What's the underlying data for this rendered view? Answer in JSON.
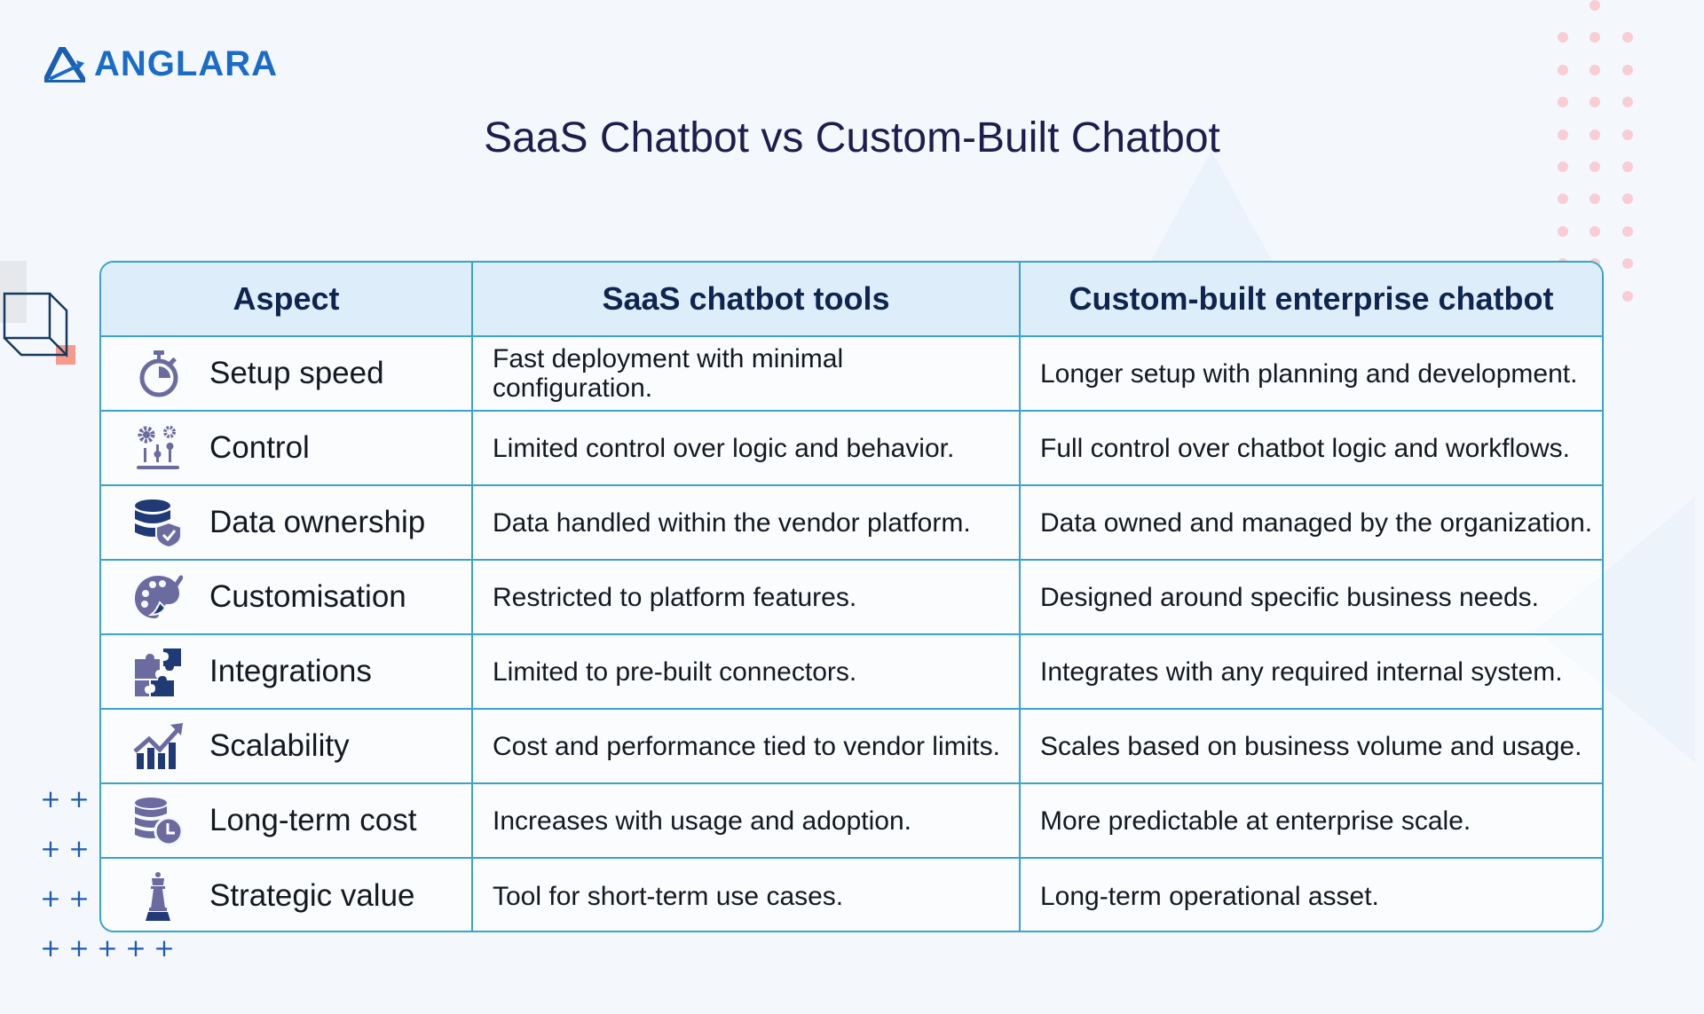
{
  "brand": {
    "name": "ANGLARA",
    "logo_icon": "triangle-arrow-logo-icon",
    "color": "#1b6cc6"
  },
  "title": "SaaS Chatbot vs Custom-Built Chatbot",
  "table": {
    "headers": [
      "Aspect",
      "SaaS chatbot tools",
      "Custom-built enterprise chatbot"
    ],
    "rows": [
      {
        "icon": "stopwatch-icon",
        "aspect": "Setup speed",
        "saas": "Fast deployment with minimal configuration.",
        "custom": "Longer setup with planning and development."
      },
      {
        "icon": "gears-sliders-icon",
        "aspect": "Control",
        "saas": "Limited control over logic and behavior.",
        "custom": "Full control over chatbot logic and workflows."
      },
      {
        "icon": "database-shield-icon",
        "aspect": "Data ownership",
        "saas": "Data handled within the vendor platform.",
        "custom": "Data owned and managed by the organization."
      },
      {
        "icon": "palette-brush-icon",
        "aspect": "Customisation",
        "saas": "Restricted to platform features.",
        "custom": "Designed around specific business needs."
      },
      {
        "icon": "puzzle-pieces-icon",
        "aspect": "Integrations",
        "saas": "Limited to pre-built connectors.",
        "custom": "Integrates with any required internal system."
      },
      {
        "icon": "growth-chart-icon",
        "aspect": "Scalability",
        "saas": "Cost and performance tied to vendor limits.",
        "custom": "Scales based on business volume and usage."
      },
      {
        "icon": "coins-clock-icon",
        "aspect": "Long-term cost",
        "saas": "Increases with usage and adoption.",
        "custom": "More predictable at enterprise scale."
      },
      {
        "icon": "chess-queen-icon",
        "aspect": "Strategic value",
        "saas": "Tool for short-term use cases.",
        "custom": "Long-term operational asset."
      }
    ]
  },
  "colors": {
    "border": "#3aa3c9",
    "header_bg": "#ddeefa",
    "title": "#1f1d4d",
    "icon_primary": "#6b6ba0",
    "icon_dark": "#1f3a75",
    "accent_dots": "#f8cdd3",
    "plus_marks": "#1e5bb0"
  }
}
